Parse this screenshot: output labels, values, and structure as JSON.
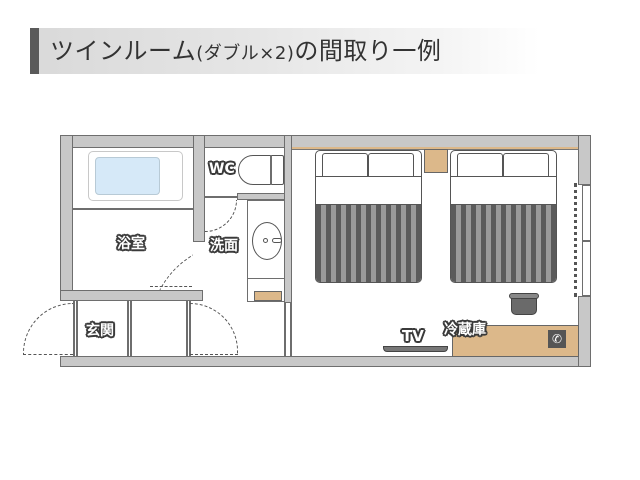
{
  "title": {
    "main": "ツインルーム",
    "paren": "(ダブル×2)",
    "rest": "の間取り一例",
    "accent_color": "#5a5a5a"
  },
  "floorplan": {
    "rooms": {
      "bathroom": "浴室",
      "toilet": "WC",
      "washroom": "洗面",
      "entrance": "玄関"
    },
    "fixtures": {
      "tv": "TV",
      "fridge": "冷蔵庫",
      "phone_icon": "phone-icon"
    },
    "colors": {
      "wall": "#c8c8c8",
      "wall_outline": "#6e6e6e",
      "furniture_wood": "#dcb88a",
      "tub_water": "#d6e9f8",
      "bed_stripe_dark": "#5b5b5b",
      "bed_stripe_light": "#9a9a9a"
    },
    "beds": [
      {
        "type": "double",
        "label": ""
      },
      {
        "type": "double",
        "label": ""
      }
    ]
  }
}
